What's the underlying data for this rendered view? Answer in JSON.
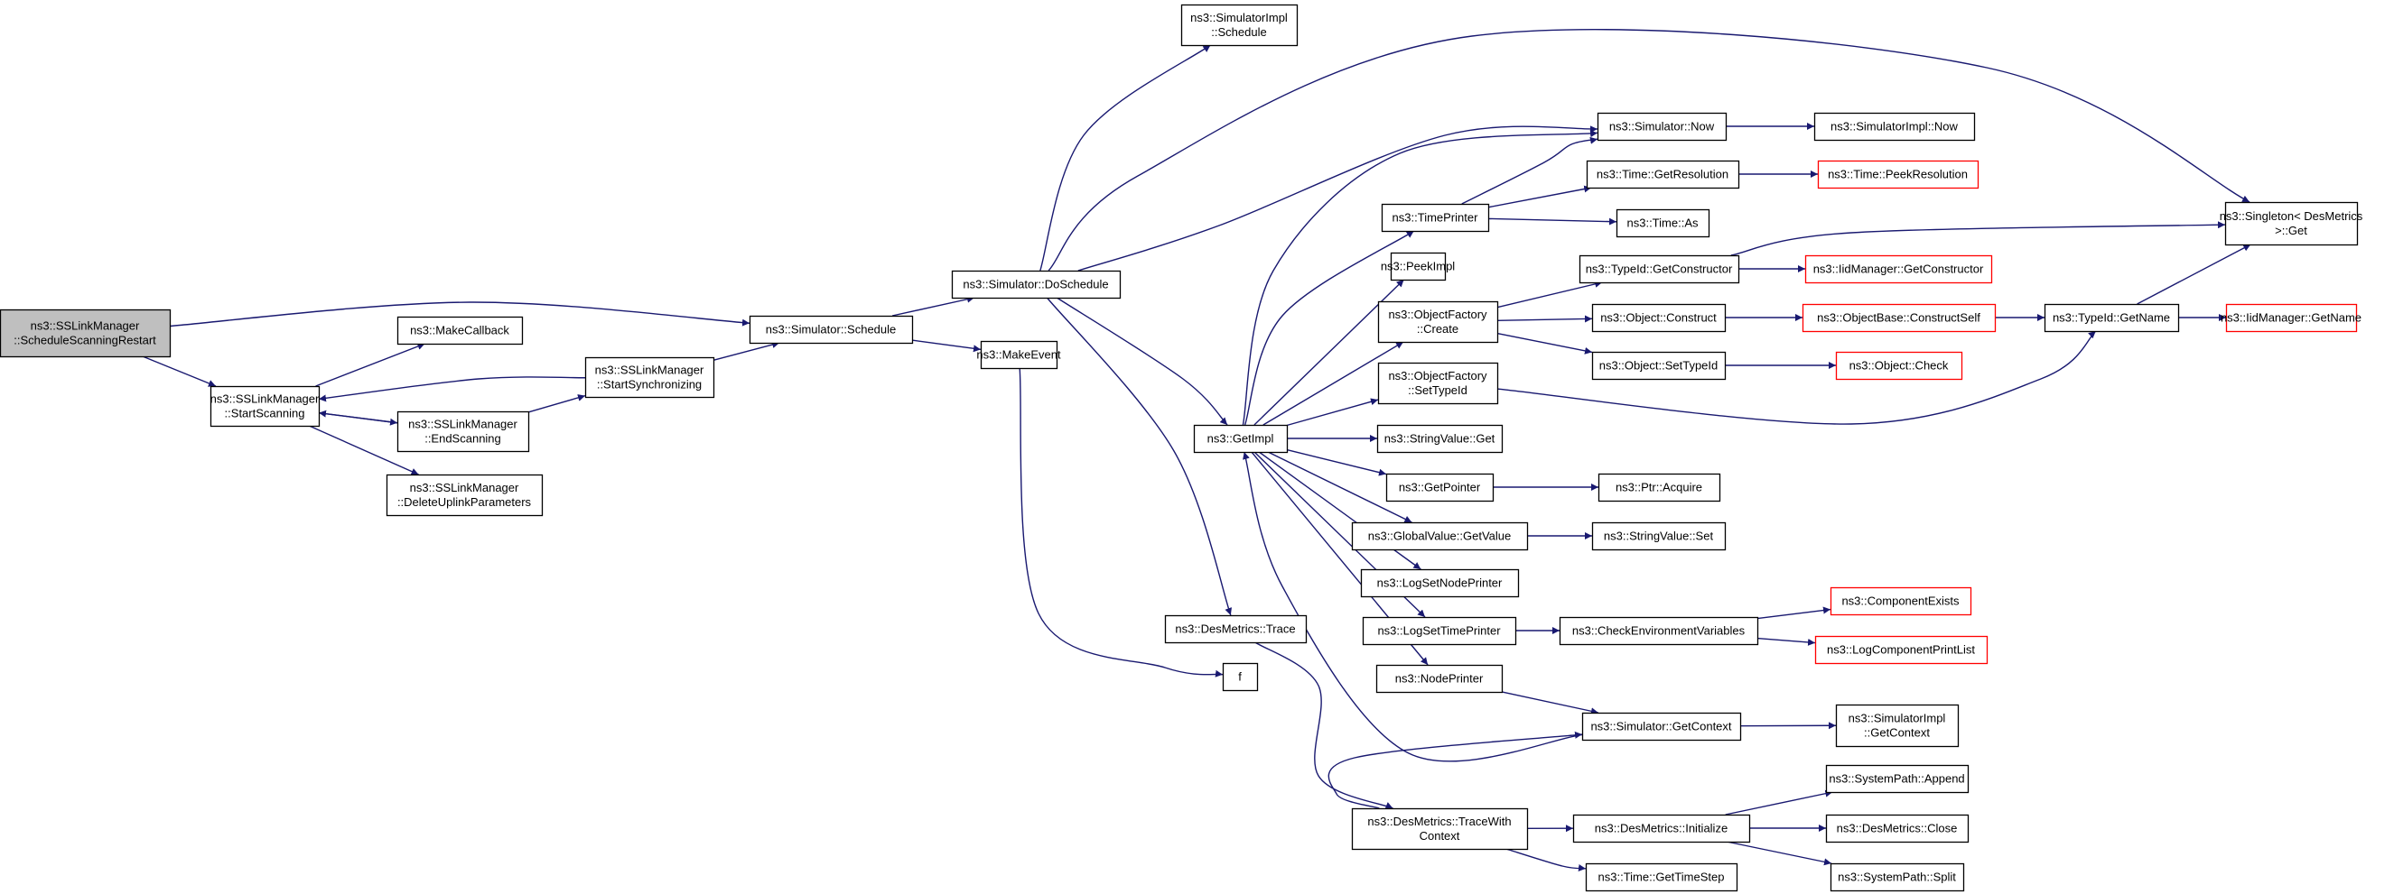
{
  "diagram": {
    "type": "call-graph",
    "edge_color": "#191970",
    "root_fill": "#bfbfbf",
    "external_border_color": "#ff0000",
    "nodes": [
      {
        "id": "root",
        "lines": [
          "ns3::SSLinkManager",
          "::ScheduleScanningRestart"
        ],
        "kind": "root"
      },
      {
        "id": "startScanning",
        "lines": [
          "ns3::SSLinkManager",
          "::StartScanning"
        ],
        "kind": "normal"
      },
      {
        "id": "makeCallback",
        "lines": [
          "ns3::MakeCallback"
        ],
        "kind": "normal"
      },
      {
        "id": "endScanning",
        "lines": [
          "ns3::SSLinkManager",
          "::EndScanning"
        ],
        "kind": "normal"
      },
      {
        "id": "deleteUplink",
        "lines": [
          "ns3::SSLinkManager",
          "::DeleteUplinkParameters"
        ],
        "kind": "normal"
      },
      {
        "id": "startSync",
        "lines": [
          "ns3::SSLinkManager",
          "::StartSynchronizing"
        ],
        "kind": "normal"
      },
      {
        "id": "simSchedule",
        "lines": [
          "ns3::Simulator::Schedule"
        ],
        "kind": "normal"
      },
      {
        "id": "simDoSchedule",
        "lines": [
          "ns3::Simulator::DoSchedule"
        ],
        "kind": "normal"
      },
      {
        "id": "makeEvent",
        "lines": [
          "ns3::MakeEvent"
        ],
        "kind": "normal"
      },
      {
        "id": "simImplSchedule",
        "lines": [
          "ns3::SimulatorImpl",
          "::Schedule"
        ],
        "kind": "normal"
      },
      {
        "id": "getImpl",
        "lines": [
          "ns3::GetImpl"
        ],
        "kind": "normal"
      },
      {
        "id": "desTrace",
        "lines": [
          "ns3::DesMetrics::Trace"
        ],
        "kind": "normal"
      },
      {
        "id": "f",
        "lines": [
          "f"
        ],
        "kind": "normal"
      },
      {
        "id": "simNow",
        "lines": [
          "ns3::Simulator::Now"
        ],
        "kind": "normal"
      },
      {
        "id": "simImplNow",
        "lines": [
          "ns3::SimulatorImpl::Now"
        ],
        "kind": "normal"
      },
      {
        "id": "timeGetRes",
        "lines": [
          "ns3::Time::GetResolution"
        ],
        "kind": "normal"
      },
      {
        "id": "timePeekRes",
        "lines": [
          "ns3::Time::PeekResolution"
        ],
        "kind": "external"
      },
      {
        "id": "timePrinter",
        "lines": [
          "ns3::TimePrinter"
        ],
        "kind": "normal"
      },
      {
        "id": "timeAs",
        "lines": [
          "ns3::Time::As"
        ],
        "kind": "normal"
      },
      {
        "id": "peekImpl",
        "lines": [
          "ns3::PeekImpl"
        ],
        "kind": "normal"
      },
      {
        "id": "typeIdGetCtor",
        "lines": [
          "ns3::TypeId::GetConstructor"
        ],
        "kind": "normal"
      },
      {
        "id": "iidGetCtor",
        "lines": [
          "ns3::IidManager::GetConstructor"
        ],
        "kind": "external"
      },
      {
        "id": "singletonGet",
        "lines": [
          "ns3::Singleton< DesMetrics",
          " >::Get"
        ],
        "kind": "normal"
      },
      {
        "id": "objFactoryCreate",
        "lines": [
          "ns3::ObjectFactory",
          "::Create"
        ],
        "kind": "normal"
      },
      {
        "id": "objConstruct",
        "lines": [
          "ns3::Object::Construct"
        ],
        "kind": "normal"
      },
      {
        "id": "objBaseConstructSelf",
        "lines": [
          "ns3::ObjectBase::ConstructSelf"
        ],
        "kind": "external"
      },
      {
        "id": "typeIdGetName",
        "lines": [
          "ns3::TypeId::GetName"
        ],
        "kind": "normal"
      },
      {
        "id": "iidGetName",
        "lines": [
          "ns3::IidManager::GetName"
        ],
        "kind": "external"
      },
      {
        "id": "objSetTypeId",
        "lines": [
          "ns3::Object::SetTypeId"
        ],
        "kind": "normal"
      },
      {
        "id": "objCheck",
        "lines": [
          "ns3::Object::Check"
        ],
        "kind": "external"
      },
      {
        "id": "objFactorySetTypeId",
        "lines": [
          "ns3::ObjectFactory",
          "::SetTypeId"
        ],
        "kind": "normal"
      },
      {
        "id": "strValGet",
        "lines": [
          "ns3::StringValue::Get"
        ],
        "kind": "normal"
      },
      {
        "id": "getPointer",
        "lines": [
          "ns3::GetPointer"
        ],
        "kind": "normal"
      },
      {
        "id": "ptrAcquire",
        "lines": [
          "ns3::Ptr::Acquire"
        ],
        "kind": "normal"
      },
      {
        "id": "globalValGetValue",
        "lines": [
          "ns3::GlobalValue::GetValue"
        ],
        "kind": "normal"
      },
      {
        "id": "strValSet",
        "lines": [
          "ns3::StringValue::Set"
        ],
        "kind": "normal"
      },
      {
        "id": "logSetNodePrinter",
        "lines": [
          "ns3::LogSetNodePrinter"
        ],
        "kind": "normal"
      },
      {
        "id": "logSetTimePrinter",
        "lines": [
          "ns3::LogSetTimePrinter"
        ],
        "kind": "normal"
      },
      {
        "id": "checkEnvVars",
        "lines": [
          "ns3::CheckEnvironmentVariables"
        ],
        "kind": "normal"
      },
      {
        "id": "componentExists",
        "lines": [
          "ns3::ComponentExists"
        ],
        "kind": "external"
      },
      {
        "id": "logComponentPrintList",
        "lines": [
          "ns3::LogComponentPrintList"
        ],
        "kind": "external"
      },
      {
        "id": "nodePrinter",
        "lines": [
          "ns3::NodePrinter"
        ],
        "kind": "normal"
      },
      {
        "id": "simGetContext",
        "lines": [
          "ns3::Simulator::GetContext"
        ],
        "kind": "normal"
      },
      {
        "id": "simImplGetContext",
        "lines": [
          "ns3::SimulatorImpl",
          "::GetContext"
        ],
        "kind": "normal"
      },
      {
        "id": "desTraceWithContext",
        "lines": [
          "ns3::DesMetrics::TraceWith",
          "Context"
        ],
        "kind": "normal"
      },
      {
        "id": "desInitialize",
        "lines": [
          "ns3::DesMetrics::Initialize"
        ],
        "kind": "normal"
      },
      {
        "id": "sysPathAppend",
        "lines": [
          "ns3::SystemPath::Append"
        ],
        "kind": "normal"
      },
      {
        "id": "desClose",
        "lines": [
          "ns3::DesMetrics::Close"
        ],
        "kind": "normal"
      },
      {
        "id": "sysPathSplit",
        "lines": [
          "ns3::SystemPath::Split"
        ],
        "kind": "normal"
      },
      {
        "id": "timeGetTimeStep",
        "lines": [
          "ns3::Time::GetTimeStep"
        ],
        "kind": "normal"
      }
    ],
    "edges": [
      [
        "root",
        "simSchedule"
      ],
      [
        "root",
        "startScanning"
      ],
      [
        "startScanning",
        "makeCallback"
      ],
      [
        "startScanning",
        "endScanning"
      ],
      [
        "startScanning",
        "deleteUplink"
      ],
      [
        "endScanning",
        "startSync"
      ],
      [
        "startSync",
        "startScanning"
      ],
      [
        "endScanning",
        "startScanning"
      ],
      [
        "startSync",
        "simSchedule"
      ],
      [
        "simSchedule",
        "simDoSchedule"
      ],
      [
        "simSchedule",
        "makeEvent"
      ],
      [
        "simDoSchedule",
        "simImplSchedule"
      ],
      [
        "simDoSchedule",
        "singletonGet"
      ],
      [
        "simDoSchedule",
        "simNow"
      ],
      [
        "simDoSchedule",
        "getImpl"
      ],
      [
        "simDoSchedule",
        "desTrace"
      ],
      [
        "makeEvent",
        "f"
      ],
      [
        "desTrace",
        "desTraceWithContext"
      ],
      [
        "simNow",
        "simImplNow"
      ],
      [
        "timePrinter",
        "simNow"
      ],
      [
        "timePrinter",
        "timeGetRes"
      ],
      [
        "timePrinter",
        "timeAs"
      ],
      [
        "timeGetRes",
        "timePeekRes"
      ],
      [
        "typeIdGetCtor",
        "iidGetCtor"
      ],
      [
        "typeIdGetCtor",
        "singletonGet"
      ],
      [
        "objFactoryCreate",
        "typeIdGetCtor"
      ],
      [
        "objFactoryCreate",
        "objConstruct"
      ],
      [
        "objFactoryCreate",
        "objSetTypeId"
      ],
      [
        "objConstruct",
        "objBaseConstructSelf"
      ],
      [
        "objBaseConstructSelf",
        "typeIdGetName"
      ],
      [
        "typeIdGetName",
        "iidGetName"
      ],
      [
        "typeIdGetName",
        "singletonGet"
      ],
      [
        "objSetTypeId",
        "objCheck"
      ],
      [
        "objFactorySetTypeId",
        "typeIdGetName"
      ],
      [
        "getImpl",
        "simNow"
      ],
      [
        "getImpl",
        "timePrinter"
      ],
      [
        "getImpl",
        "peekImpl"
      ],
      [
        "getImpl",
        "objFactoryCreate"
      ],
      [
        "getImpl",
        "objFactorySetTypeId"
      ],
      [
        "getImpl",
        "strValGet"
      ],
      [
        "getImpl",
        "getPointer"
      ],
      [
        "getImpl",
        "globalValGetValue"
      ],
      [
        "getImpl",
        "logSetNodePrinter"
      ],
      [
        "getImpl",
        "logSetTimePrinter"
      ],
      [
        "getImpl",
        "nodePrinter"
      ],
      [
        "getPointer",
        "ptrAcquire"
      ],
      [
        "globalValGetValue",
        "strValSet"
      ],
      [
        "logSetTimePrinter",
        "checkEnvVars"
      ],
      [
        "checkEnvVars",
        "componentExists"
      ],
      [
        "checkEnvVars",
        "logComponentPrintList"
      ],
      [
        "nodePrinter",
        "simGetContext"
      ],
      [
        "simGetContext",
        "getImpl"
      ],
      [
        "simGetContext",
        "simImplGetContext"
      ],
      [
        "desTraceWithContext",
        "simGetContext"
      ],
      [
        "desTraceWithContext",
        "desInitialize"
      ],
      [
        "desTraceWithContext",
        "timeGetTimeStep"
      ],
      [
        "desInitialize",
        "sysPathAppend"
      ],
      [
        "desInitialize",
        "desClose"
      ],
      [
        "desInitialize",
        "sysPathSplit"
      ]
    ]
  }
}
